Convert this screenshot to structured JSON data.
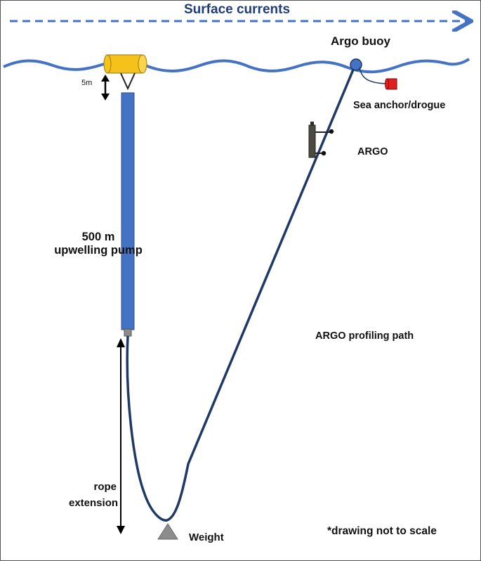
{
  "labels": {
    "surface_currents": "Surface currents",
    "argo_buoy": "Argo buoy",
    "sea_anchor": "Sea anchor/drogue",
    "argo": "ARGO",
    "pump_line1": "500 m",
    "pump_line2": "upwelling pump",
    "profiling_path": "ARGO profiling path",
    "rope_line1": "rope",
    "rope_line2": "extension",
    "weight": "Weight",
    "not_to_scale": "*drawing not to scale",
    "five_m": "5m"
  },
  "colors": {
    "water": "#4472c4",
    "current_arrow": "#4472c4",
    "pump_body": "#4472c4",
    "float": "#f4c21b",
    "mooring_line": "#1f3864",
    "drogue": "#e02020",
    "weight": "#8c8c8c",
    "argo_float": "#4a4a40"
  }
}
